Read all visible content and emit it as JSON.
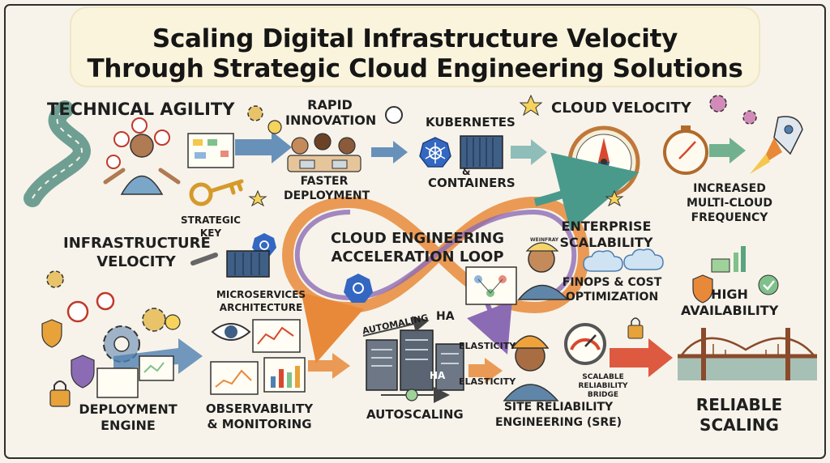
{
  "title": {
    "line1": "Scaling Digital Infrastructure Velocity",
    "line2": "Through Strategic Cloud Engineering Solutions"
  },
  "labels": {
    "technical_agility": "TECHNICAL AGILITY",
    "rapid_innovation_1": "RAPID",
    "rapid_innovation_2": "INNOVATION",
    "kubernetes": "KUBERNETES",
    "amp": "&",
    "containers": "CONTAINERS",
    "cloud_velocity": "CLOUD VELOCITY",
    "faster_deployment_1": "FASTER",
    "faster_deployment_2": "DEPLOYMENT",
    "strategic_key_1": "STRATEGIC",
    "strategic_key_2": "KEY",
    "increased_1": "INCREASED",
    "increased_2": "MULTI-CLOUD",
    "increased_3": "FREQUENCY",
    "infrastructure_1": "INFRASTRUCTURE",
    "infrastructure_2": "VELOCITY",
    "loop_1": "CLOUD ENGINEERING",
    "loop_2": "ACCELERATION LOOP",
    "enterprise_1": "ENTERPRISE",
    "enterprise_2": "SCALABILITY",
    "microservices_1": "MICROSERVICES",
    "microservices_2": "ARCHITECTURE",
    "finops_1": "FINOPS & COST",
    "finops_2": "OPTIMIZATION",
    "high_1": "HIGH",
    "high_2": "AVAILABILITY",
    "automaling": "AUTOMALING",
    "ha_top": "HA",
    "ha_mid": "HA",
    "elasticity_1": "ELASTICITY",
    "elasticity_2": "ELASTICITY",
    "scalable_1": "SCALABLE",
    "scalable_2": "RELIABILITY",
    "scalable_3": "BRIDGE",
    "deployment_engine_1": "DEPLOYMENT",
    "deployment_engine_2": "ENGINE",
    "observability_1": "OBSERVABILITY",
    "observability_2": "& MONITORING",
    "autoscaling": "AUTOSCALING",
    "sre_1": "SITE RELIABILITY",
    "sre_2": "ENGINEERING (SRE)",
    "reliable_1": "RELIABLE",
    "reliable_2": "SCALING",
    "cap_text": "WEINFRAY"
  },
  "colors": {
    "arrow_blue": "#4f7fb0",
    "arrow_teal": "#6fa3a0",
    "arrow_orange": "#e8893a",
    "arrow_red": "#d9482e",
    "loop_orange": "#e8893a",
    "loop_purple": "#8c6bb5",
    "loop_teal": "#4a9a8c",
    "k8s_blue": "#3367c2",
    "road": "#6f9f92"
  },
  "icons": [
    "gear-icon",
    "clock-icon",
    "lightbulb-icon",
    "key-icon",
    "shield-icon",
    "lock-icon",
    "eye-icon",
    "compass-icon",
    "rocket-icon",
    "bridge-icon",
    "cloud-icon",
    "server-icon",
    "kubernetes-icon",
    "container-icon",
    "star-icon",
    "checkmark-icon",
    "wrench-icon",
    "stopwatch-icon",
    "gauge-icon",
    "money-icon"
  ]
}
